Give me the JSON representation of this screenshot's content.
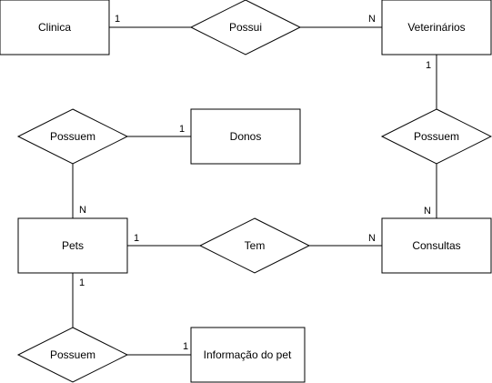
{
  "diagram": {
    "type": "entity-relationship",
    "entities": {
      "clinica": "Clinica",
      "veterinarios": "Veterinários",
      "donos": "Donos",
      "pets": "Pets",
      "consultas": "Consultas",
      "informacao_pet": "Informação do pet"
    },
    "relationships": {
      "possui": "Possui",
      "possuem_vet_consultas": "Possuem",
      "possuem_pets_donos": "Possuem",
      "tem": "Tem",
      "possuem_pets_info": "Possuem"
    },
    "cardinalities": {
      "clinica_possui": "1",
      "veterinarios_possui": "N",
      "veterinarios_possuem": "1",
      "consultas_possuem": "N",
      "donos_possuem": "1",
      "pets_possuem_donos": "N",
      "pets_tem": "1",
      "consultas_tem": "N",
      "pets_possuem_info": "1",
      "info_possuem": "1"
    },
    "connections": [
      {
        "from": "Clinica",
        "via": "Possui",
        "to": "Veterinários"
      },
      {
        "from": "Veterinários",
        "via": "Possuem",
        "to": "Consultas"
      },
      {
        "from": "Donos",
        "via": "Possuem",
        "to": "Pets"
      },
      {
        "from": "Pets",
        "via": "Tem",
        "to": "Consultas"
      },
      {
        "from": "Pets",
        "via": "Possuem",
        "to": "Informação do pet"
      }
    ]
  }
}
